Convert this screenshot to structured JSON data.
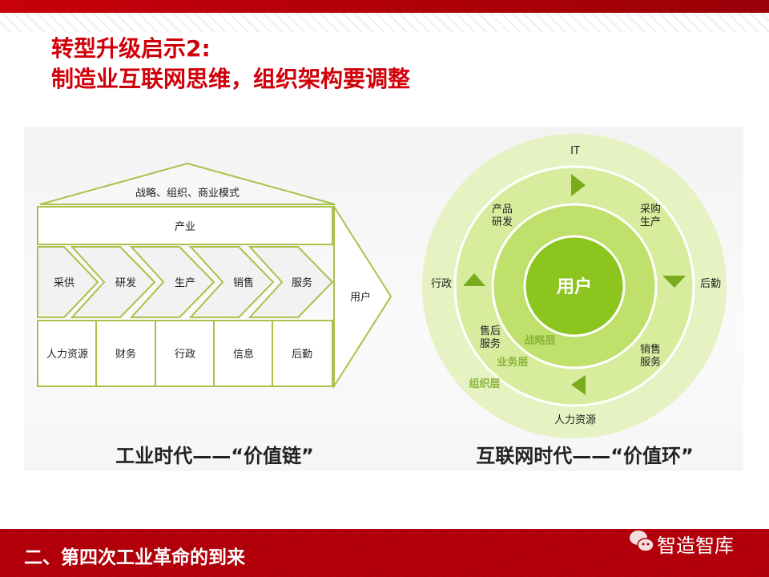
{
  "title": {
    "line1": "转型升级启示2:",
    "line2": "制造业互联网思维，组织架构要调整"
  },
  "left": {
    "roof": "战略、组织、商业模式",
    "industry": "产业",
    "chain": [
      "采供",
      "研发",
      "生产",
      "销售",
      "服务"
    ],
    "support": [
      "人力资源",
      "财务",
      "行政",
      "信息",
      "后勤"
    ],
    "user": "用户",
    "caption": "工业时代——“价值链”"
  },
  "right": {
    "center": "用户",
    "outer": {
      "top": "IT",
      "right": "后勤",
      "bottom": "人力资源",
      "left": "行政"
    },
    "middle": {
      "tl1": "产品",
      "tl2": "研发",
      "tr1": "采购",
      "tr2": "生产",
      "br1": "销售",
      "br2": "服务",
      "bl1": "售后",
      "bl2": "服务"
    },
    "layers": [
      "战略层",
      "业务层",
      "组织层"
    ],
    "caption": "互联网时代——“价值环”"
  },
  "footer": {
    "section": "二、第四次工业革命的到来",
    "brand": "智造智库"
  },
  "colors": {
    "red": "#c8000a",
    "green": "#8cbf26"
  }
}
